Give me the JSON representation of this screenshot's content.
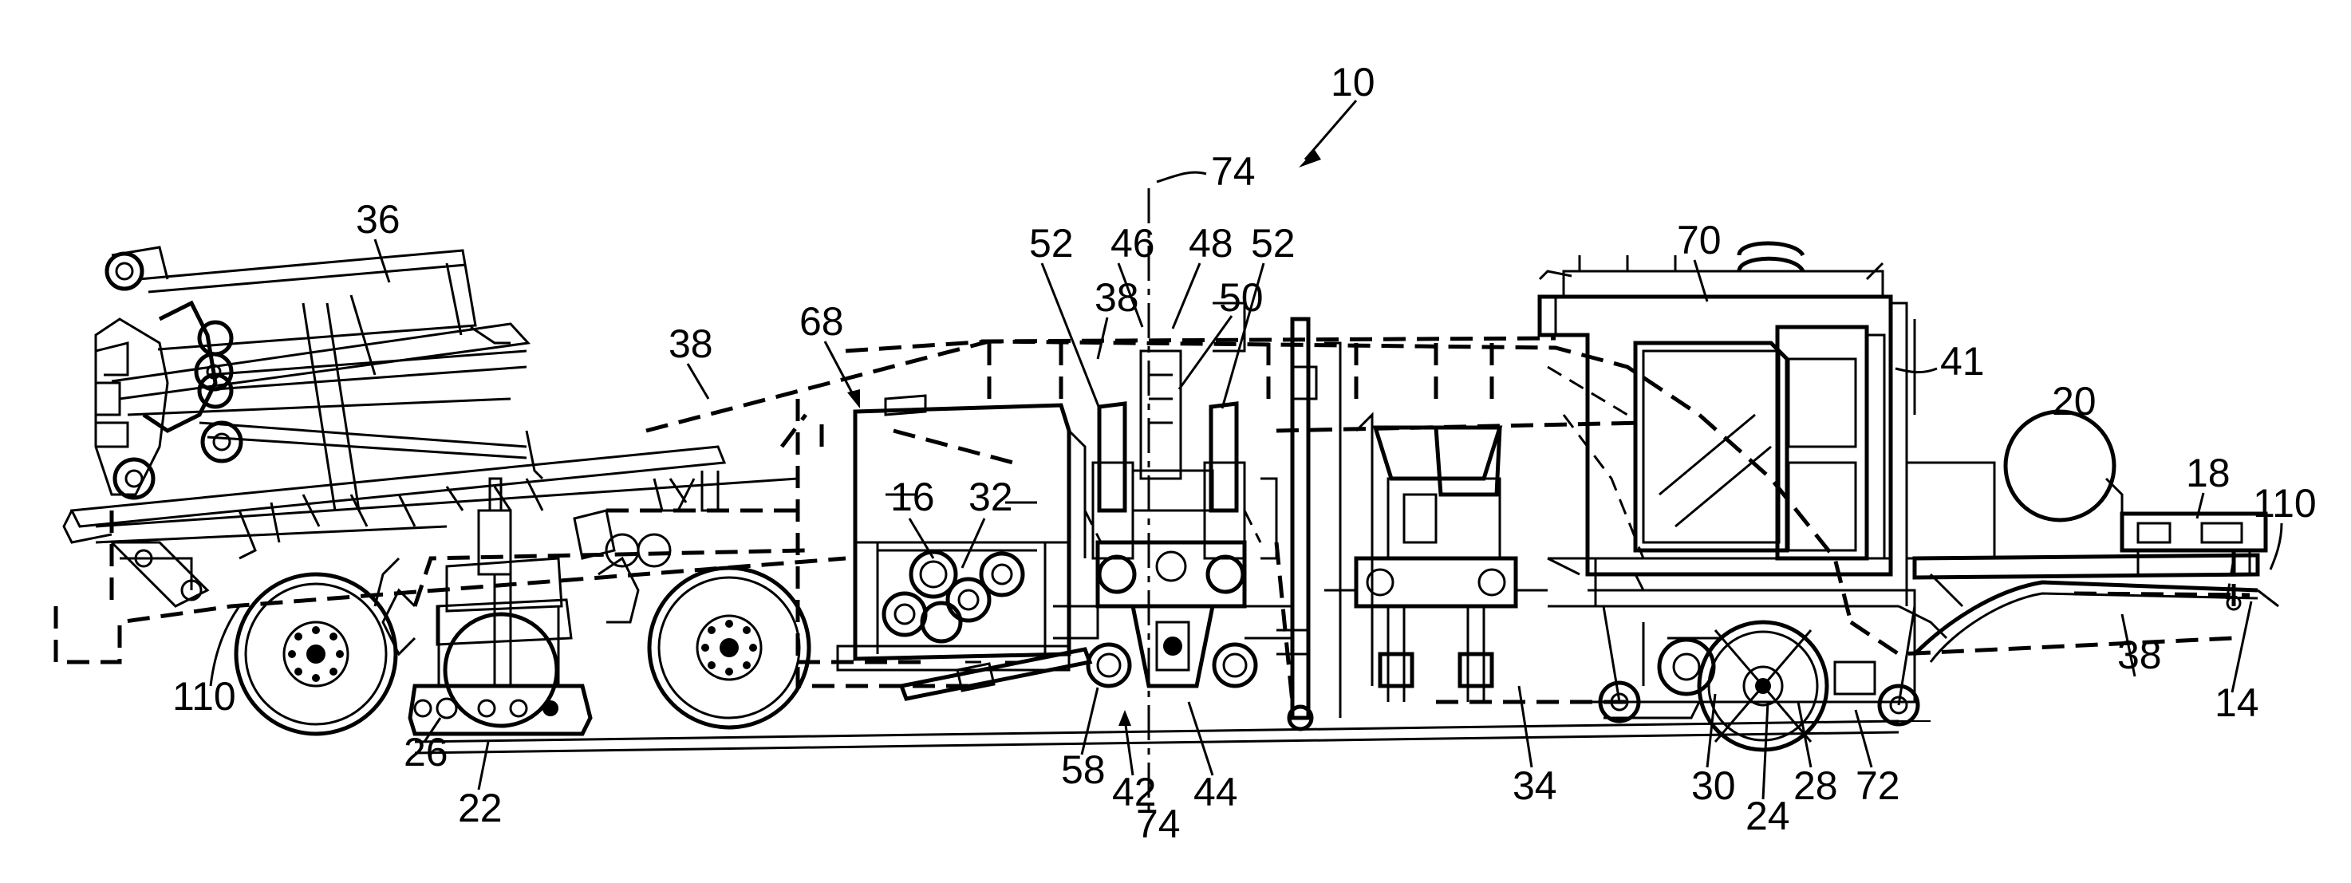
{
  "drawing": {
    "labels": [
      {
        "id": "ref-10",
        "text": "10"
      },
      {
        "id": "ref-74-top",
        "text": "74"
      },
      {
        "id": "ref-46",
        "text": "46"
      },
      {
        "id": "ref-48",
        "text": "48"
      },
      {
        "id": "ref-50",
        "text": "50"
      },
      {
        "id": "ref-52-left",
        "text": "52"
      },
      {
        "id": "ref-52-right",
        "text": "52"
      },
      {
        "id": "ref-38-center",
        "text": "38"
      },
      {
        "id": "ref-38-left",
        "text": "38"
      },
      {
        "id": "ref-38-right",
        "text": "38"
      },
      {
        "id": "ref-36",
        "text": "36"
      },
      {
        "id": "ref-68",
        "text": "68"
      },
      {
        "id": "ref-16",
        "text": "16"
      },
      {
        "id": "ref-32",
        "text": "32"
      },
      {
        "id": "ref-70",
        "text": "70"
      },
      {
        "id": "ref-41",
        "text": "41"
      },
      {
        "id": "ref-20",
        "text": "20"
      },
      {
        "id": "ref-18",
        "text": "18"
      },
      {
        "id": "ref-110-right",
        "text": "110"
      },
      {
        "id": "ref-110-left",
        "text": "110"
      },
      {
        "id": "ref-14",
        "text": "14"
      },
      {
        "id": "ref-26",
        "text": "26"
      },
      {
        "id": "ref-22",
        "text": "22"
      },
      {
        "id": "ref-58",
        "text": "58"
      },
      {
        "id": "ref-42",
        "text": "42"
      },
      {
        "id": "ref-74-bottom",
        "text": "74"
      },
      {
        "id": "ref-44",
        "text": "44"
      },
      {
        "id": "ref-34",
        "text": "34"
      },
      {
        "id": "ref-30",
        "text": "30"
      },
      {
        "id": "ref-24",
        "text": "24"
      },
      {
        "id": "ref-28",
        "text": "28"
      },
      {
        "id": "ref-72",
        "text": "72"
      }
    ]
  }
}
